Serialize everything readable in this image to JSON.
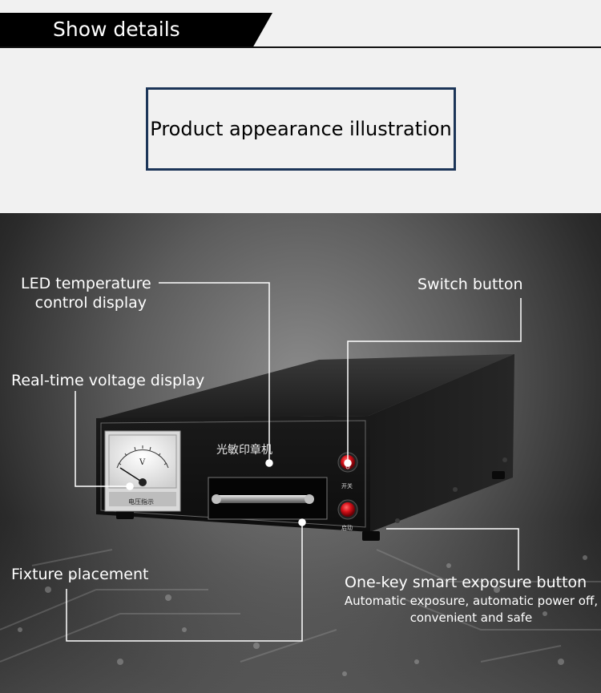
{
  "header": {
    "title": "Show details"
  },
  "subtitle": {
    "text": "Product appearance illustration"
  },
  "callouts": {
    "led": {
      "line1": "LED temperature",
      "line2": "control display"
    },
    "switch": {
      "label": "Switch button"
    },
    "voltage": {
      "label": "Real-time voltage display"
    },
    "fixture": {
      "label": "Fixture placement"
    },
    "exposure": {
      "label": "One-key smart exposure button",
      "desc1": "Automatic exposure, automatic power off,",
      "desc2": "convenient and safe"
    }
  },
  "device": {
    "brand_text": "光敏印章机",
    "meter_unit": "V",
    "meter_caption": "电压指示",
    "switch_caption": "开关",
    "start_caption": "启动"
  },
  "colors": {
    "banner": "#000000",
    "box_border": "#1c3558",
    "button_red": "#d8121a"
  }
}
